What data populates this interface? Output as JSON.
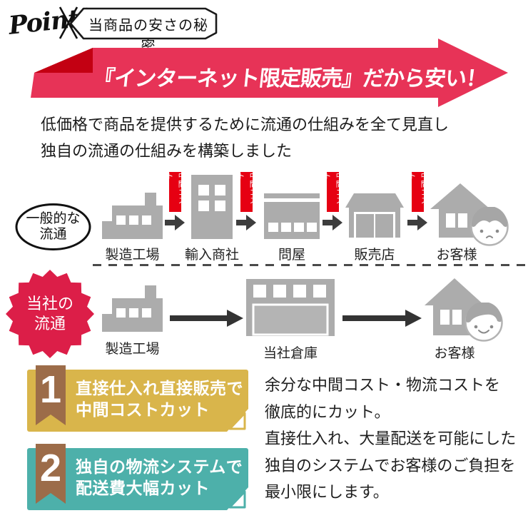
{
  "header": {
    "point_label": "Point!",
    "title": "当商品の安さの秘密"
  },
  "banner": {
    "text": "『インターネット限定販売』だから安い！"
  },
  "intro": {
    "line1": "低価格で商品を提供するために流通の仕組みを全て見直し",
    "line2": "独自の流通の仕組みを構築しました"
  },
  "general_flow": {
    "badge_line1": "一般的な",
    "badge_line2": "流通",
    "cost_label": "中間コスト",
    "steps": [
      "製造工場",
      "輸入商社",
      "問屋",
      "販売店",
      "お客様"
    ]
  },
  "our_flow": {
    "badge_line1": "当社の",
    "badge_line2": "流通",
    "steps": [
      "製造工場",
      "当社倉庫",
      "お客様"
    ]
  },
  "points": [
    {
      "number": "1",
      "line1": "直接仕入れ直接販売で",
      "line2": "中間コストカット"
    },
    {
      "number": "2",
      "line1": "独自の物流システムで",
      "line2": "配送費大幅カット"
    }
  ],
  "description": {
    "line1": "余分な中間コスト・物流コストを",
    "line2": "徹底的にカット。",
    "line3": "直接仕入れ、大量配送を可能にした",
    "line4": "独自のシステムでお客様のご負担を",
    "line5": "最小限にします。"
  },
  "icons": [
    "point-x-mark-icon",
    "title-tag-icon",
    "arrow-banner-icon",
    "factory-icon",
    "trading-company-icon",
    "wholesaler-icon",
    "retail-store-icon",
    "customer-house-icon",
    "sad-face-icon",
    "happy-face-icon",
    "warehouse-icon",
    "flow-arrow-icon",
    "ribbon-bookmark-icon",
    "page-fold-icon",
    "starburst-badge-icon"
  ],
  "colors": {
    "banner_pink": "#e73357",
    "banner_fold_red": "#c30012",
    "cost_tag_red": "#e60012",
    "starburst_crimson": "#dc1e48",
    "point1_gold": "#d9b54b",
    "point2_teal": "#4db0aa",
    "ribbon_brown": "#9c6c49",
    "icon_gray": "#acacac",
    "arrow_dark": "#3d3d3d"
  }
}
